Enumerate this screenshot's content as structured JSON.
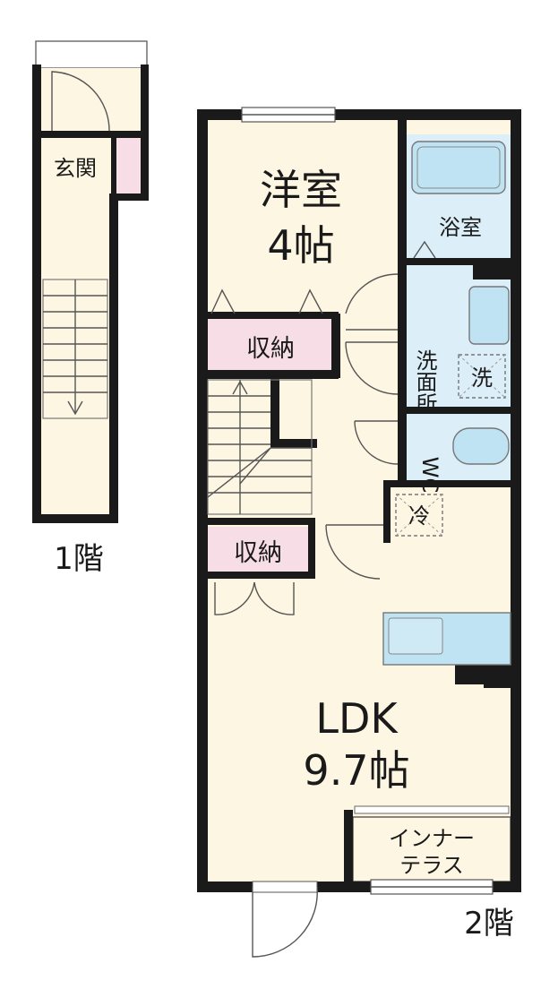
{
  "floor1": {
    "label": "1階",
    "rooms": {
      "entrance": "玄関"
    }
  },
  "floor2": {
    "label": "2階",
    "rooms": {
      "western_room": {
        "name": "洋室",
        "size": "4帖"
      },
      "bathroom": "浴室",
      "washroom": "洗面所",
      "washer": "洗",
      "toilet": "WC",
      "storage_upper": "収納",
      "storage_lower": "収納",
      "fridge": "冷",
      "ldk": {
        "name": "LDK",
        "size": "9.7帖"
      },
      "inner_terrace": {
        "line1": "インナー",
        "line2": "テラス"
      }
    }
  },
  "colors": {
    "floor": "#fdf6e2",
    "wet_area": "#dceef8",
    "storage": "#f6dde6",
    "wall": "#1a1a1a"
  }
}
